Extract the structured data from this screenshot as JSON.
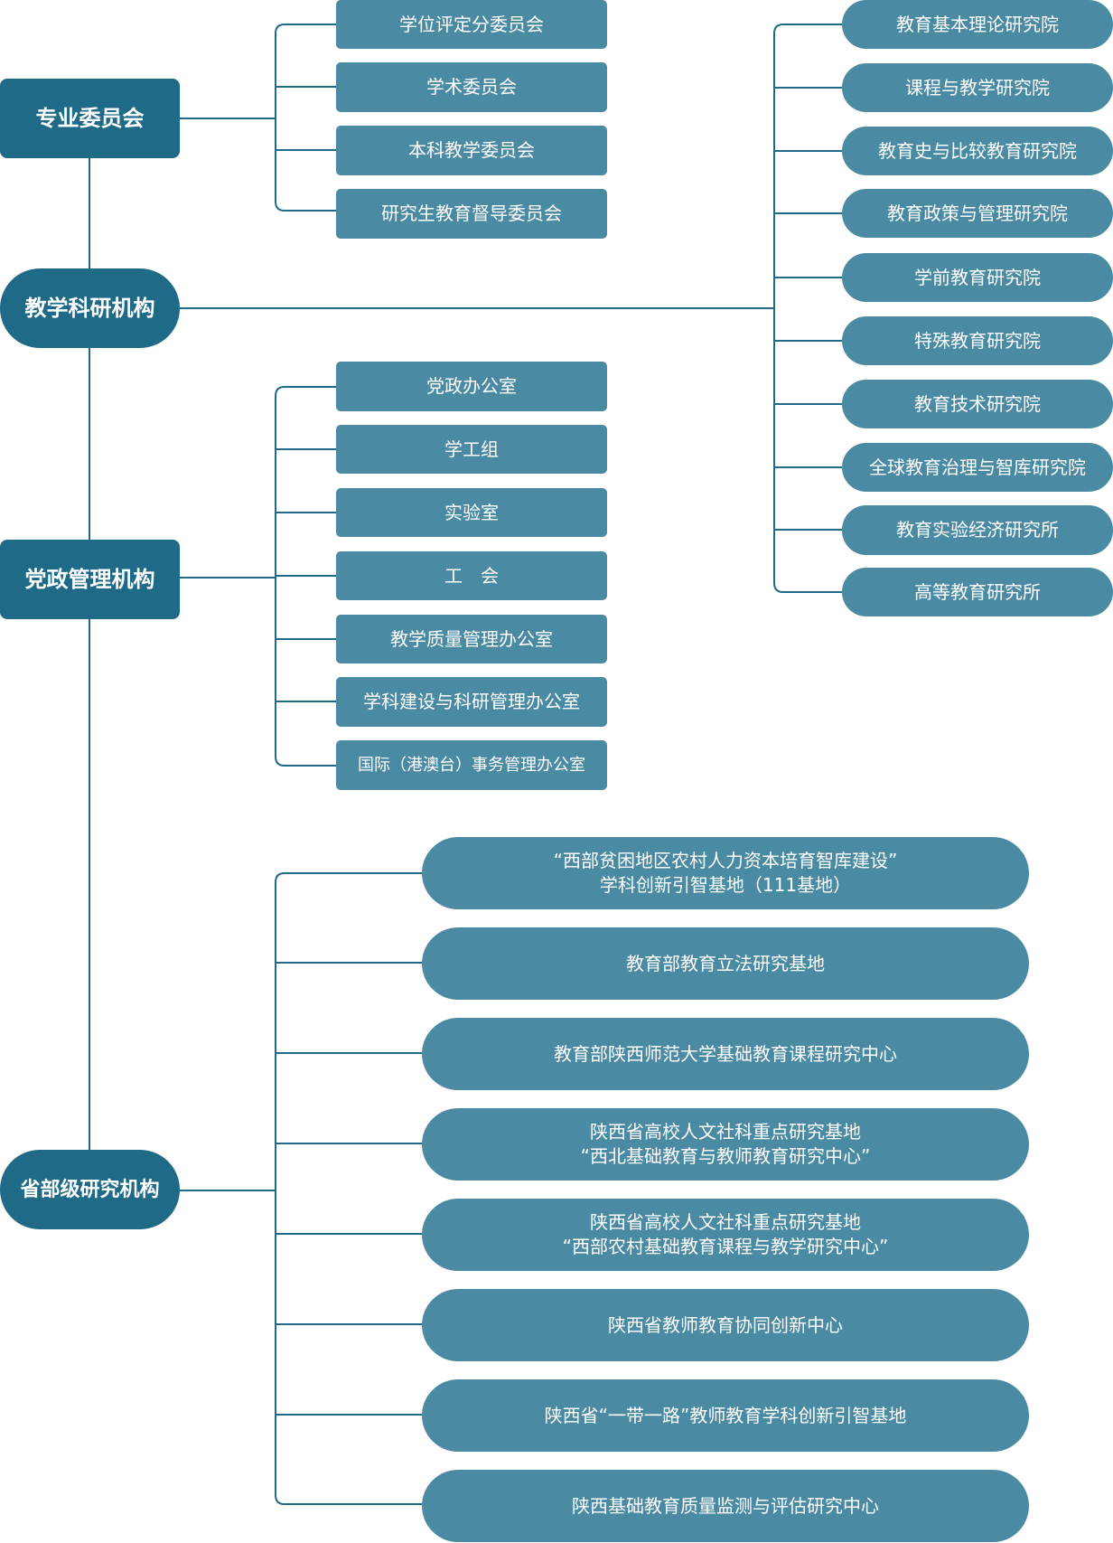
{
  "colors": {
    "main_node": "#1e6a87",
    "sub_node": "#4a8ba3",
    "line": "#1e6a87",
    "text": "#ffffff"
  },
  "main": {
    "committees": "专业委员会",
    "research": "教学科研机构",
    "admin": "党政管理机构",
    "provincial": "省部级研究机构"
  },
  "committees": [
    "学位评定分委员会",
    "学术委员会",
    "本科教学委员会",
    "研究生教育督导委员会"
  ],
  "research": [
    "教育基本理论研究院",
    "课程与教学研究院",
    "教育史与比较教育研究院",
    "教育政策与管理研究院",
    "学前教育研究院",
    "特殊教育研究院",
    "教育技术研究院",
    "全球教育治理与智库研究院",
    "教育实验经济研究所",
    "高等教育研究所"
  ],
  "admin": [
    "党政办公室",
    "学工组",
    "实验室",
    "工　会",
    "教学质量管理办公室",
    "学科建设与科研管理办公室",
    "国际（港澳台）事务管理办公室"
  ],
  "provincial": [
    "“西部贫困地区农村人力资本培育智库建设”\n学科创新引智基地（111基地）",
    "教育部教育立法研究基地",
    "教育部陕西师范大学基础教育课程研究中心",
    "陕西省高校人文社科重点研究基地\n“西北基础教育与教师教育研究中心”",
    "陕西省高校人文社科重点研究基地\n“西部农村基础教育课程与教学研究中心”",
    "陕西省教师教育协同创新中心",
    "陕西省“一带一路”教师教育学科创新引智基地",
    "陕西基础教育质量监测与评估研究中心"
  ]
}
